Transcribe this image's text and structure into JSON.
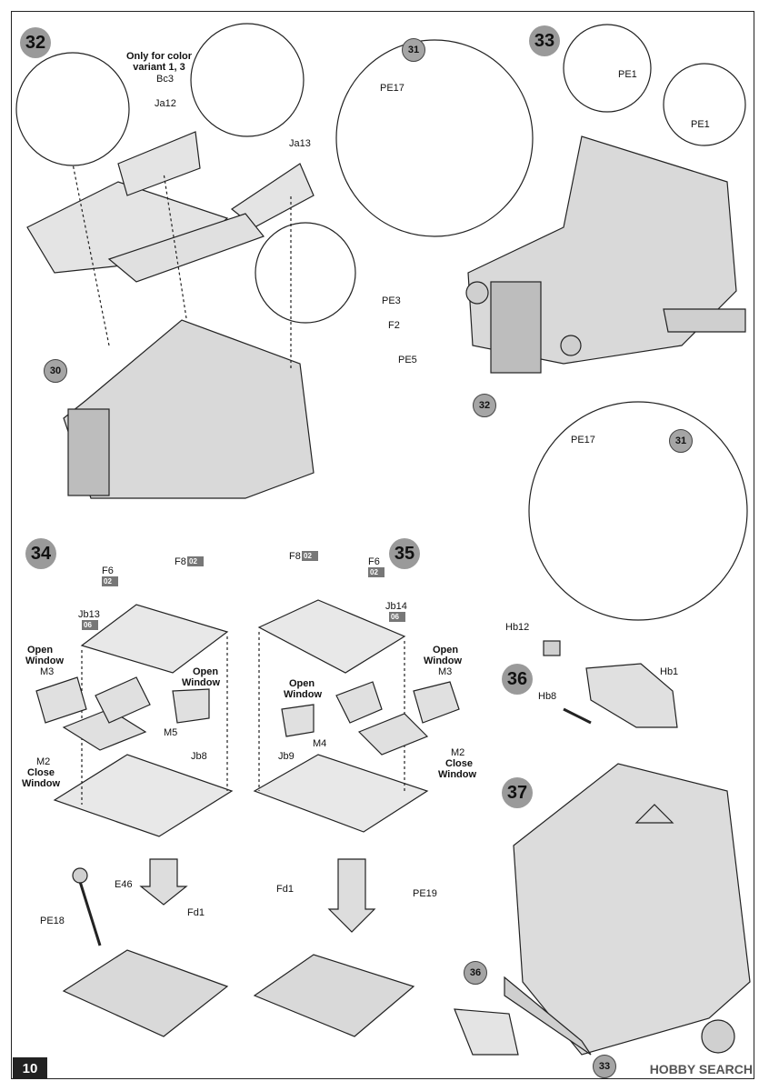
{
  "page_number": "10",
  "watermark": "HOBBY SEARCH",
  "steps": {
    "s32": "32",
    "s33": "33",
    "s34": "34",
    "s35": "35",
    "s36": "36",
    "s37": "37"
  },
  "callouts": {
    "c30": "30",
    "c31a": "31",
    "c32": "32",
    "c31b": "31",
    "c36": "36",
    "c33": "33"
  },
  "step32": {
    "note_line1": "Only for color",
    "note_line2": "variant 1, 3",
    "part_bc3": "Bc3",
    "part_ja12": "Ja12",
    "part_ja13": "Ja13"
  },
  "step33": {
    "pe17": "PE17",
    "pe1a": "PE1",
    "pe1b": "PE1",
    "pe3": "PE3",
    "f2": "F2",
    "pe5": "PE5",
    "pe17b": "PE17"
  },
  "step34": {
    "f6": "F6",
    "f6_tag": "02",
    "f8": "F8",
    "f8_tag": "02",
    "jb13": "Jb13",
    "jb13_tag": "06",
    "open_window_a": "Open",
    "open_window_b": "Window",
    "m3": "M3",
    "m5": "M5",
    "m2": "M2",
    "close_a": "Close",
    "close_b": "Window",
    "jb8": "Jb8",
    "e46": "E46",
    "pe18": "PE18",
    "fd1": "Fd1"
  },
  "step35": {
    "f8": "F8",
    "f8_tag": "02",
    "f6": "F6",
    "f6_tag": "02",
    "jb14": "Jb14",
    "jb14_tag": "06",
    "open_window_a": "Open",
    "open_window_b": "Window",
    "m3": "M3",
    "m4": "M4",
    "m2": "M2",
    "close_a": "Close",
    "close_b": "Window",
    "jb9": "Jb9",
    "fd1": "Fd1",
    "pe19": "PE19"
  },
  "step36": {
    "hb12": "Hb12",
    "hb1": "Hb1",
    "hb8": "Hb8"
  }
}
